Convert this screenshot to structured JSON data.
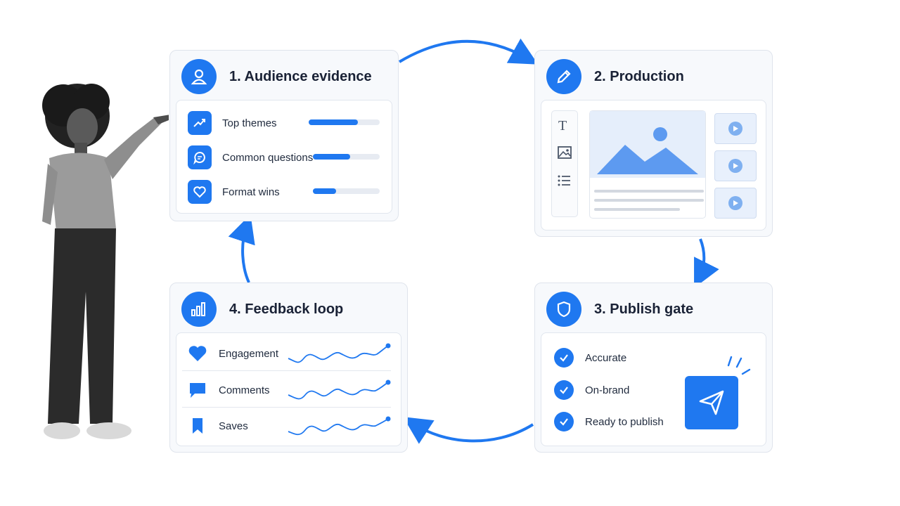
{
  "colors": {
    "accent": "#1f78f0",
    "card_bg": "#f7f9fc",
    "border": "#dfe4ec"
  },
  "cards": {
    "audience": {
      "title": "1. Audience evidence",
      "icon": "user-icon",
      "rows": [
        {
          "label": "Top themes",
          "icon": "trend-up-icon",
          "level": 0.69
        },
        {
          "label": "Common questions",
          "icon": "chat-question-icon",
          "level": 0.56
        },
        {
          "label": "Format wins",
          "icon": "heart-icon",
          "level": 0.35
        }
      ]
    },
    "production": {
      "title": "2. Production",
      "icon": "pencil-icon",
      "tools": [
        "text-tool-icon",
        "image-tool-icon",
        "list-tool-icon"
      ],
      "video_thumbs": 3
    },
    "publish": {
      "title": "3. Publish gate",
      "icon": "shield-icon",
      "checks": [
        "Accurate",
        "On-brand",
        "Ready to publish"
      ],
      "send_icon": "send-icon"
    },
    "feedback": {
      "title": "4. Feedback loop",
      "icon": "bar-chart-icon",
      "rows": [
        {
          "label": "Engagement",
          "icon": "heart-icon"
        },
        {
          "label": "Comments",
          "icon": "comment-icon"
        },
        {
          "label": "Saves",
          "icon": "bookmark-icon"
        }
      ]
    }
  },
  "illustration": "person-pointing-illustration"
}
